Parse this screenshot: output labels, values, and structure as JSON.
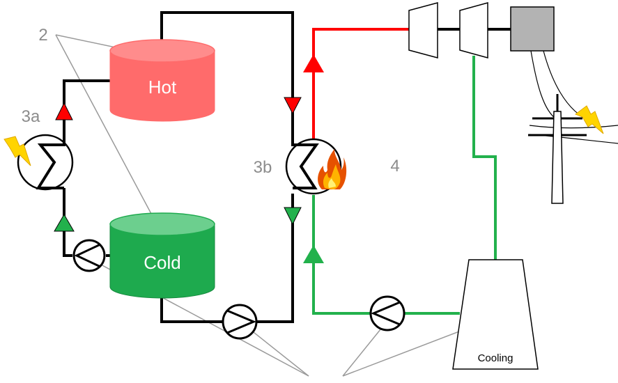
{
  "labels": {
    "storage_number": "2",
    "electric_heater": "3a",
    "fired_heater": "3b",
    "power_block": "4"
  },
  "tanks": {
    "hot": "Hot",
    "cold": "Cold"
  },
  "cooling_tower": "Cooling",
  "colors": {
    "black_loop": "#000000",
    "hot_steam": "#ff0000",
    "cooling_water": "#22b14c",
    "hot_tank": "#ff6b6b",
    "cold_tank": "#1eaa4e",
    "callout": "#9a9a9a",
    "generator": "#b3b3b3"
  },
  "icons": [
    "lightning-bolt-icon",
    "flame-icon",
    "heat-exchanger-icon",
    "pump-icon",
    "turbine-icon",
    "generator-icon",
    "transmission-tower-icon",
    "cooling-tower-icon",
    "flow-arrow-icon"
  ]
}
